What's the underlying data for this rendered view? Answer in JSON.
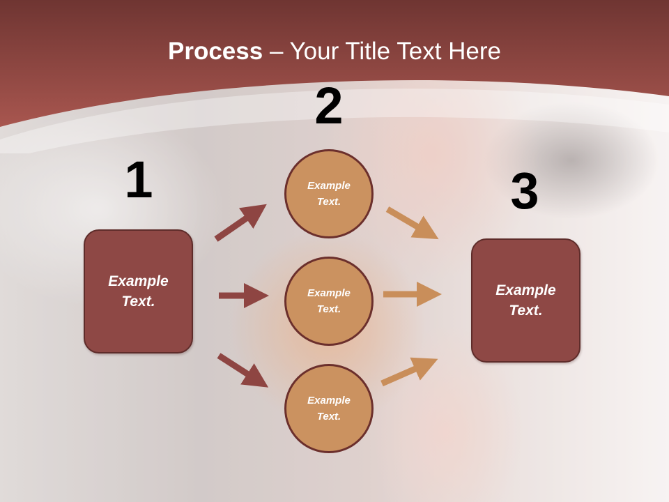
{
  "title": {
    "bold": "Process",
    "rest": " – Your Title Text Here"
  },
  "numbers": [
    "1",
    "2",
    "3"
  ],
  "boxes": {
    "left": "Example Text.",
    "right": "Example Text."
  },
  "circles": [
    "Example Text.",
    "Example Text.",
    "Example Text."
  ],
  "colors": {
    "header": "#9a4c46",
    "box_fill": "#8e4845",
    "circle_fill": "#cb9260",
    "arrow_dark": "#8e4542",
    "arrow_light": "#c98e5a"
  }
}
